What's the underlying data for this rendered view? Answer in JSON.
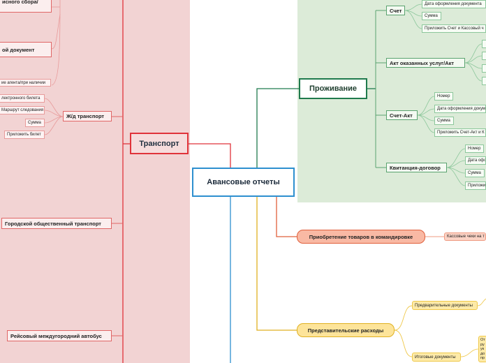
{
  "root": "Авансовые отчеты",
  "transport": {
    "title": "Транспорт",
    "partial_top": "исного сбора/",
    "partial_doc": "ой документ",
    "partial_agent": "ие агента/при наличии",
    "rail": {
      "title": "Ж/д транспорт",
      "items": [
        "лектронного билета",
        "Маршрут следования",
        "Сумма",
        "Приложить билет"
      ]
    },
    "city": "Городской общественный транспорт",
    "bus": "Рейсовый междугородний автобус"
  },
  "living": {
    "title": "Проживание",
    "invoice": {
      "title": "Счет",
      "items": [
        "Дата оформления документа",
        "Сумма",
        "Приложить Счет и Кассовый ч"
      ]
    },
    "act": {
      "title": "Акт оказанных услуг/Акт"
    },
    "invoice_act": {
      "title": "Счет-Акт",
      "items": [
        "Номер",
        "Дата оформления докум",
        "Сумма",
        "Приложить Счет-Акт и К"
      ]
    },
    "receipt": {
      "title": "Квитанция-договор",
      "items": [
        "Номер",
        "Дата офо",
        "Сумма",
        "Приложи"
      ]
    }
  },
  "goods": {
    "title": "Приобретение товаров в командировке",
    "item": "Кассовые чеки на т"
  },
  "entertainment": {
    "title": "Представительские расходы",
    "prelim": "Предварительные документы",
    "final": "Итоговые документы",
    "note": "От ру ук до пр"
  }
}
